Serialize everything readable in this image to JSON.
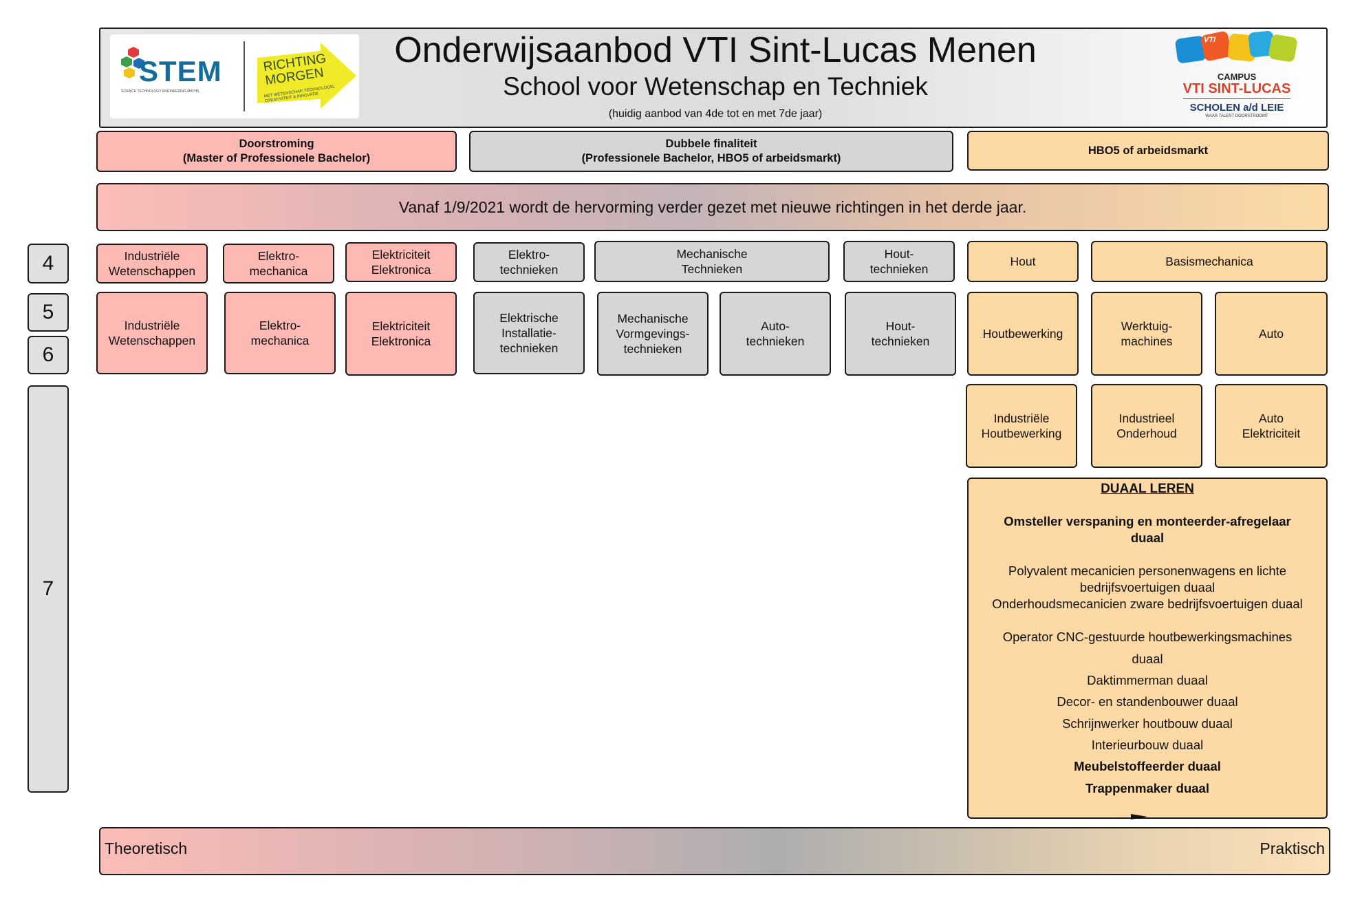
{
  "header": {
    "title": "Onderwijsaanbod VTI Sint-Lucas Menen",
    "subtitle": "School voor Wetenschap en Techniek",
    "note": "(huidig aanbod van 4de tot en met 7de jaar)",
    "stem_logo_text": "STEM",
    "stem_logo_subtext": "SCIENCE TECHNOLOGY ENGINEERING MATHS",
    "richting_logo_text": "RICHTING MORGEN",
    "richting_logo_subtext": "MET WETENSCHAP, TECHNOLOGIE, CREATIVITEIT & INNOVATIE",
    "campus_logo": {
      "line1": "CAMPUS",
      "line2": "VTI SINT-LUCAS",
      "line3": "SCHOLEN a/d LEIE",
      "line4": "WAAR TALENT DOORSTROOMT",
      "badge": "VTI"
    }
  },
  "categories": {
    "doorstroming": "Doorstroming\n(Master of Professionele Bachelor)",
    "dubbele": "Dubbele finaliteit\n(Professionele Bachelor, HBO5 of arbeidsmarkt)",
    "hbo5": "HBO5 of arbeidsmarkt"
  },
  "banner": "Vanaf 1/9/2021 wordt de hervorming verder gezet  met nieuwe richtingen in het derde jaar.",
  "years": {
    "y4": "4",
    "y5": "5",
    "y6": "6",
    "y7": "7"
  },
  "row4": {
    "iw": "Industriële\nWetenschappen",
    "em": "Elektro-\nmechanica",
    "ee": "Elektriciteit\nElektronica",
    "et": "Elektro-\ntechnieken",
    "mt": "Mechanische\nTechnieken",
    "ht": "Hout-\ntechnieken",
    "hout": "Hout",
    "bm": "Basismechanica"
  },
  "row56": {
    "iw": "Industriële\nWetenschappen",
    "em": "Elektro-\nmechanica",
    "ee": "Elektriciteit\nElektronica",
    "eit": "Elektrische\nInstallatie-\ntechnieken",
    "mvt": "Mechanische\nVormgevings-\ntechnieken",
    "at": "Auto-\ntechnieken",
    "ht": "Hout-\ntechnieken",
    "hb": "Houtbewerking",
    "wm": "Werktuig-\nmachines",
    "auto": "Auto"
  },
  "row7": {
    "ihb": "Industriële\nHoutbewerking",
    "io": "Industrieel\nOnderhoud",
    "ae": "Auto\nElektriciteit"
  },
  "dual": {
    "title": "DUAAL LEREN",
    "item1": "Omsteller verspaning en monteerder-afregelaar\nduaal",
    "item2": "Polyvalent mecanicien personenwagens en lichte\nbedrijfsvoertuigen duaal",
    "item3": "Onderhoudsmecanicien zware bedrijfsvoertuigen duaal",
    "item4a": "Operator CNC-gestuurde houtbewerkingsmachines",
    "item4b": "duaal",
    "item5": "Daktimmerman duaal",
    "item6": "Decor- en standenbouwer duaal",
    "item7": "Schrijnwerker houtbouw duaal",
    "item8": "Interieurbouw duaal",
    "item9": "Meubelstoffeerder duaal",
    "item10": "Trappenmaker duaal"
  },
  "axis": {
    "left": "Theoretisch",
    "right": "Praktisch"
  },
  "colors": {
    "doorstroming": "#fdbab5",
    "dubbele": "#d6d6d6",
    "hbo5": "#fcd9a5"
  }
}
